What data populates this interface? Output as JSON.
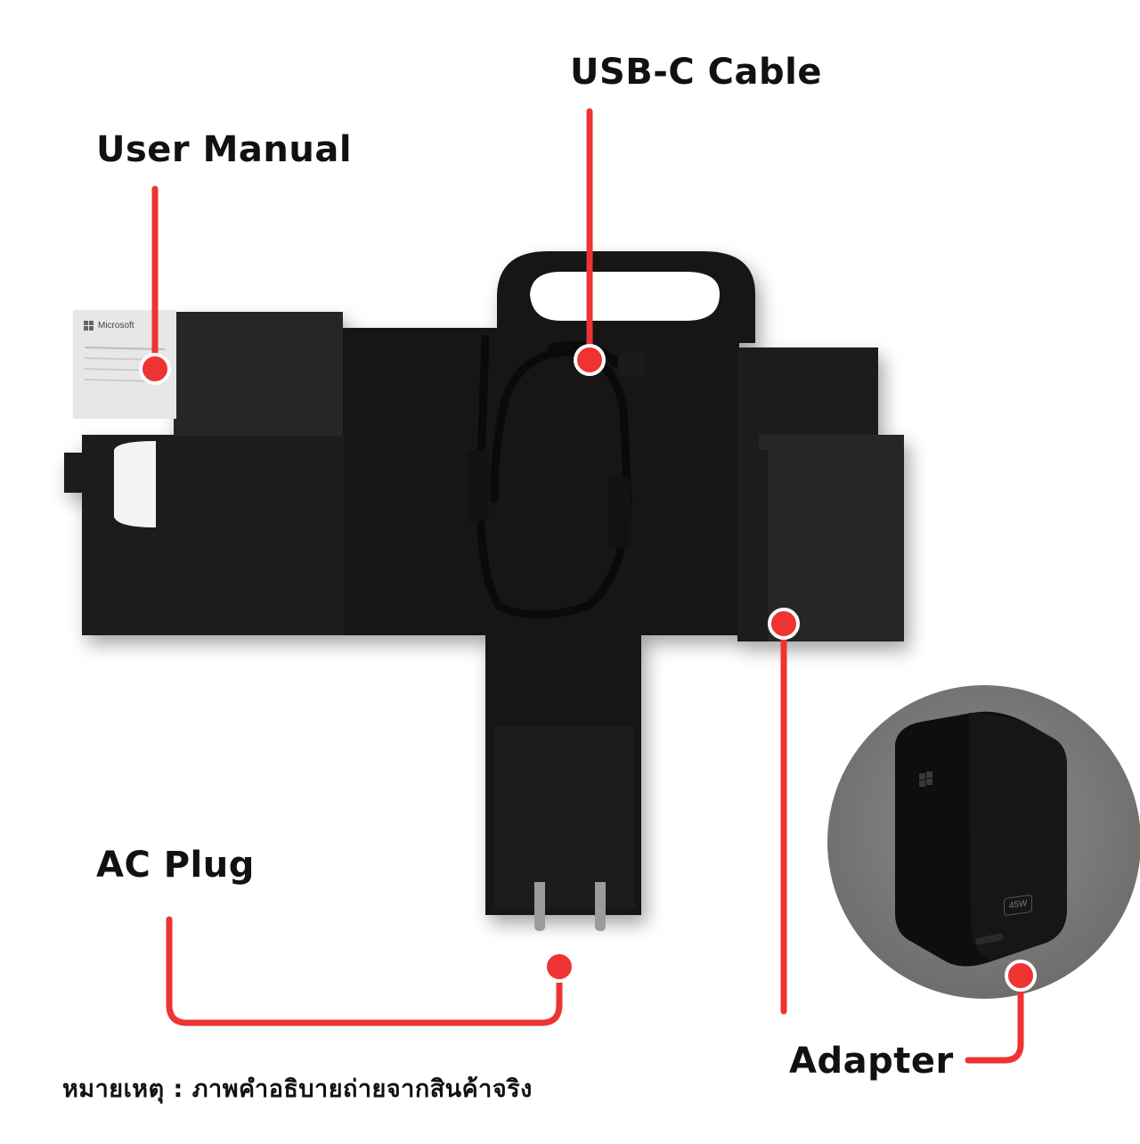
{
  "labels": {
    "cable": "USB-C Cable",
    "manual": "User Manual",
    "plug": "AC Plug",
    "adapter": "Adapter"
  },
  "note": "หมายเหตุ : ภาพคำอธิบายถ่ายจากสินค้าจริง",
  "product_text": {
    "manual_brand": "Microsoft",
    "adapter_rating": "45W"
  },
  "colors": {
    "callout": "#ee3333",
    "box": "#141414",
    "text": "#111111",
    "background": "#ffffff"
  }
}
